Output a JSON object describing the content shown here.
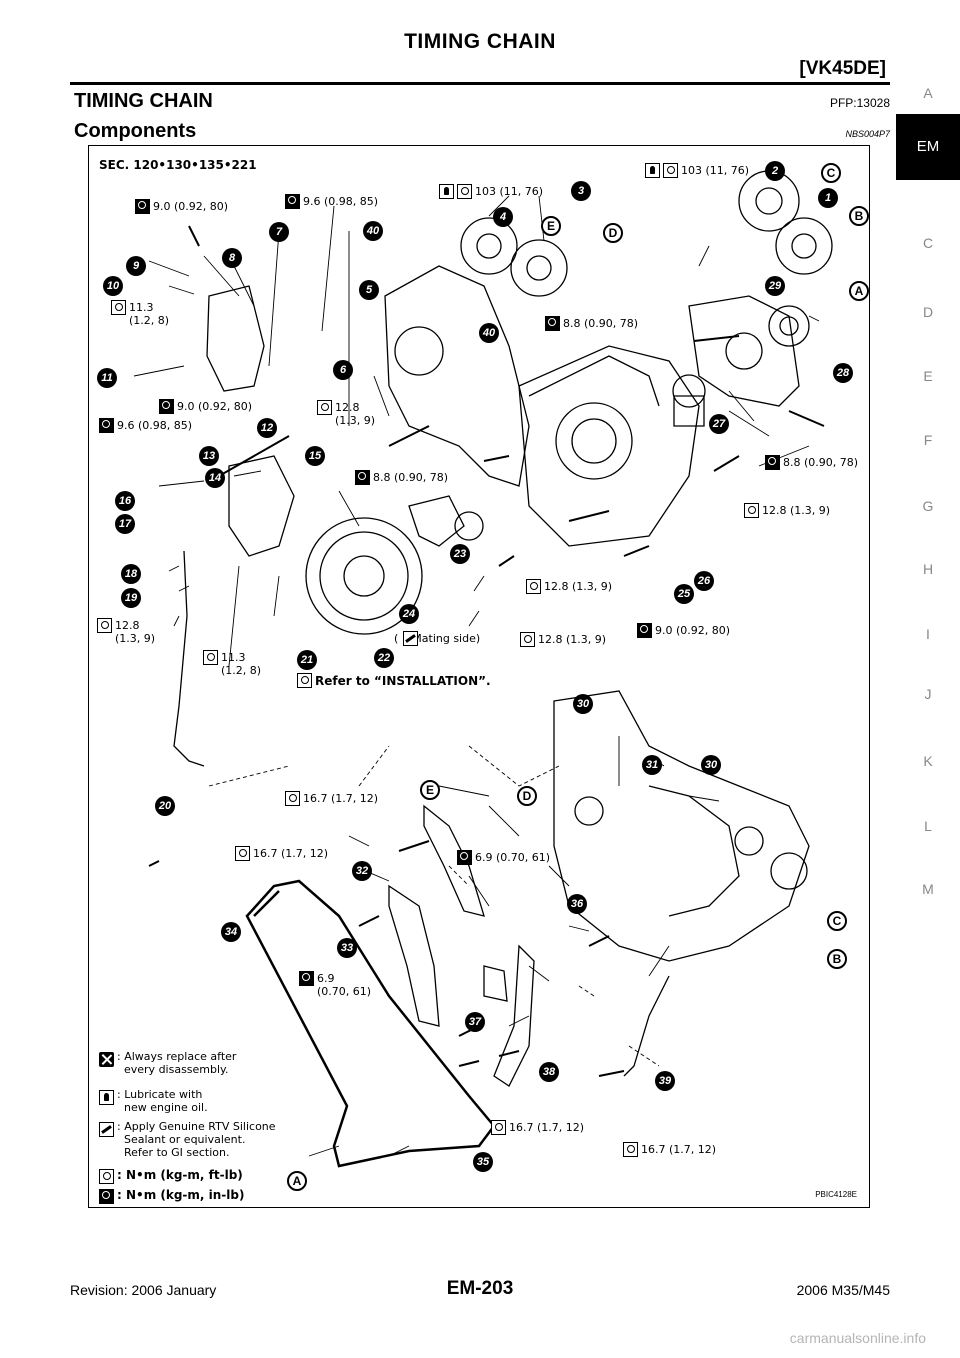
{
  "header": {
    "title": "TIMING CHAIN",
    "model": "[VK45DE]"
  },
  "section": {
    "title": "TIMING CHAIN",
    "code": "PFP:13028"
  },
  "subsection": {
    "title": "Components",
    "code": "NBS004P7"
  },
  "side_tabs": [
    "A",
    "EM",
    "C",
    "D",
    "E",
    "F",
    "G",
    "H",
    "I",
    "J",
    "K",
    "L",
    "M"
  ],
  "active_tab": "EM",
  "figure": {
    "sec": "SEC. 120•130•135•221",
    "torques": [
      "9.0 (0.92, 80)",
      "9.6 (0.98, 85)",
      "103 (11, 76)",
      "103 (11, 76)",
      "11.3\n(1.2, 8)",
      "8.8 (0.90, 78)",
      "9.0 (0.92, 80)",
      "12.8\n(1.3, 9)",
      "9.6 (0.98, 85)",
      "8.8 (0.90, 78)",
      "8.8 (0.90, 78)",
      "12.8 (1.3, 9)",
      "12.8 (1.3, 9)",
      "12.8\n(1.3, 9)",
      "11.3\n(1.2, 8)",
      "12.8 (1.3, 9)",
      "9.0 (0.92, 80)",
      "16.7 (1.7, 12)",
      "16.7 (1.7, 12)",
      "6.9 (0.70, 61)",
      "6.9\n(0.70, 61)",
      "16.7 (1.7, 12)",
      "16.7 (1.7, 12)"
    ],
    "mating_side": "(    Mating side)",
    "refer_install": "Refer to “INSTALLATION”.",
    "legend": [
      ": Always replace after\n  every disassembly.",
      ": Lubricate with\n  new engine oil.",
      ": Apply Genuine RTV Silicone\n  Sealant or equivalent.\n  Refer to GI section.",
      ": N•m (kg-m, ft-lb)",
      ": N•m (kg-m, in-lb)"
    ],
    "figure_code": "PBIC4128E",
    "part_numbers": [
      "1",
      "2",
      "3",
      "4",
      "5",
      "6",
      "7",
      "8",
      "9",
      "10",
      "11",
      "12",
      "13",
      "14",
      "15",
      "16",
      "17",
      "18",
      "19",
      "20",
      "21",
      "22",
      "23",
      "24",
      "25",
      "26",
      "27",
      "28",
      "29",
      "30",
      "30",
      "31",
      "32",
      "33",
      "34",
      "35",
      "36",
      "37",
      "38",
      "39",
      "40",
      "40"
    ],
    "letters": [
      "A",
      "B",
      "C",
      "D",
      "E",
      "A",
      "B",
      "C",
      "D",
      "E"
    ]
  },
  "footer": {
    "revision": "Revision: 2006 January",
    "page": "EM-203",
    "model": "2006 M35/M45",
    "watermark": "carmanualsonline.info"
  }
}
